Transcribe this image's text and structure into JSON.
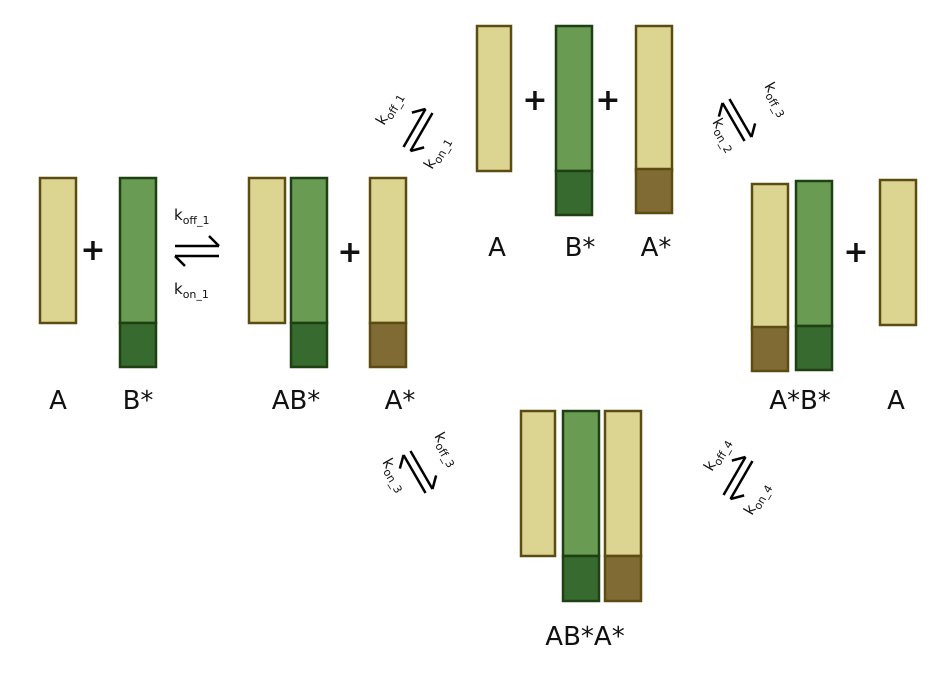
{
  "colors": {
    "a_light": "#dcd592",
    "a_border": "#5c4c12",
    "a_dark": "#816b35",
    "b_light": "#699c52",
    "b_border": "#1f4012",
    "b_dark": "#376a2e"
  },
  "species": {
    "A": "A",
    "B_star": "B*",
    "AB_star": "AB*",
    "A_star": "A*",
    "A_star_B_star": "A*B*",
    "AB_star_A_star": "AB*A*"
  },
  "operators": {
    "plus": "+"
  },
  "rates": {
    "k": "k",
    "off_1": "off_1",
    "on_1": "on_1",
    "off_3": "off_3",
    "on_2": "on_2",
    "on_3": "on_3",
    "off_4": "off_4",
    "on_4": "on_4"
  }
}
